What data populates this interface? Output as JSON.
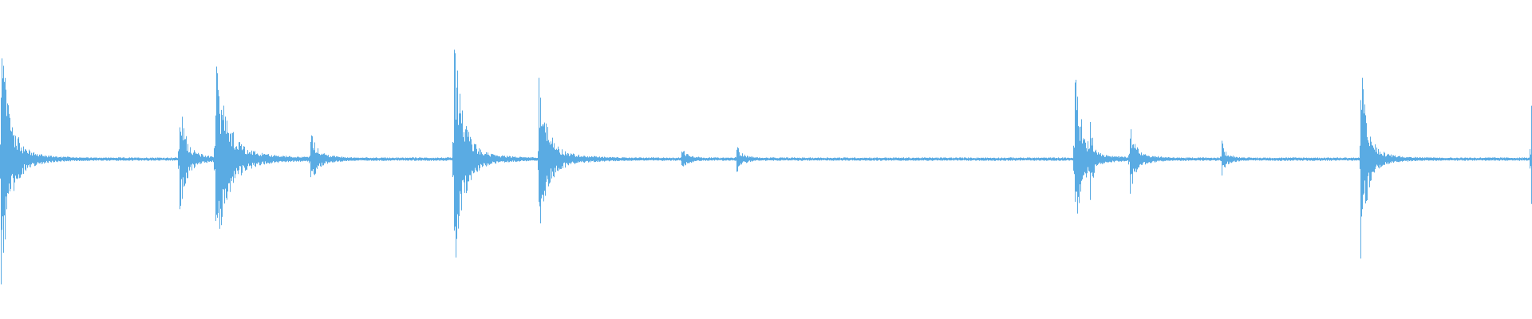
{
  "waveform": {
    "color": "#5aabe3",
    "background": "#ffffff",
    "duration_fraction_note": "",
    "transients": [
      {
        "t": 0.0005,
        "amp_up": 0.78,
        "amp_down": 0.8,
        "decay": 0.016
      },
      {
        "t": 0.1168,
        "amp_up": 0.4,
        "amp_down": 0.42,
        "decay": 0.01
      },
      {
        "t": 0.1403,
        "amp_up": 0.62,
        "amp_down": 0.63,
        "decay": 0.022
      },
      {
        "t": 0.2023,
        "amp_up": 0.19,
        "amp_down": 0.19,
        "decay": 0.008
      },
      {
        "t": 0.2959,
        "amp_up": 0.81,
        "amp_down": 0.82,
        "decay": 0.016
      },
      {
        "t": 0.3514,
        "amp_up": 0.48,
        "amp_down": 0.48,
        "decay": 0.016
      },
      {
        "t": 0.4447,
        "amp_up": 0.03,
        "amp_down": 0.01,
        "decay": 0.004
      },
      {
        "t": 0.4804,
        "amp_up": 0.07,
        "amp_down": 0.06,
        "decay": 0.004
      },
      {
        "t": 0.7011,
        "amp_up": 0.63,
        "amp_down": 0.63,
        "decay": 0.012
      },
      {
        "t": 0.7113,
        "amp_up": 0.27,
        "amp_down": 0.27,
        "decay": 0.005
      },
      {
        "t": 0.7372,
        "amp_up": 0.21,
        "amp_down": 0.21,
        "decay": 0.008
      },
      {
        "t": 0.7971,
        "amp_up": 0.09,
        "amp_down": 0.09,
        "decay": 0.004
      },
      {
        "t": 0.8878,
        "amp_up": 0.63,
        "amp_down": 0.63,
        "decay": 0.012
      },
      {
        "t": 0.999,
        "amp_up": 0.43,
        "amp_down": 0.42,
        "decay": 0.004
      }
    ],
    "noise_floor": 0.006
  }
}
